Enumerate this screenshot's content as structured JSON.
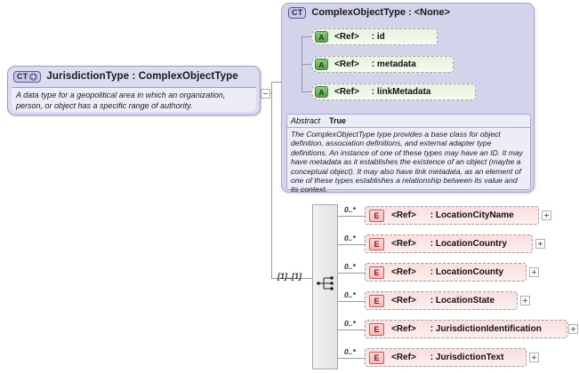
{
  "diagram": {
    "kind": "xsd-schema-diagram",
    "colors": {
      "type_box_fill": "#dcdcf0",
      "type_box_border": "#9d9dc4",
      "container_fill": "#d3d3ec",
      "attribute_fill": "#e4f3dd",
      "attribute_badge": "#5f9e52",
      "element_fill": "#fbdede",
      "element_badge": "#f6baba",
      "connector_line": "#9a9a9a"
    }
  },
  "type_box": {
    "badge": "CT",
    "badge_icon": "plus-circle-icon",
    "title": "JurisdictionType : ComplexObjectType",
    "description": "A data type for a geopolitical area in which an organization, person, or object has a specific range of authority.",
    "expander": "minus"
  },
  "base_type": {
    "badge": "CT",
    "title": "ComplexObjectType : <None>",
    "attributes": [
      {
        "badge": "A",
        "ref": "<Ref>",
        "name": ": id"
      },
      {
        "badge": "A",
        "ref": "<Ref>",
        "name": ": metadata"
      },
      {
        "badge": "A",
        "ref": "<Ref>",
        "name": ": linkMetadata"
      }
    ],
    "abstract_label": "Abstract",
    "abstract_value": "True",
    "annotation": "The ComplexObjectType type provides a base class for object definition, association definitions, and external adapter type definitions. An instance of one of these types may have an ID. It may have metadata as it establishes the existence of an object (maybe a conceptual object). It may also have link metadata, as an element of one of these types establishes a relationship between its value and its context."
  },
  "sequence": {
    "icon": "sequence-icon",
    "cardinality": "[1]..[1]"
  },
  "elements": [
    {
      "occurs": "0..*",
      "badge": "E",
      "ref": "<Ref>",
      "name": ": LocationCityName",
      "expander": "plus"
    },
    {
      "occurs": "0..*",
      "badge": "E",
      "ref": "<Ref>",
      "name": ": LocationCountry",
      "expander": "plus"
    },
    {
      "occurs": "0..*",
      "badge": "E",
      "ref": "<Ref>",
      "name": ": LocationCounty",
      "expander": "plus"
    },
    {
      "occurs": "0..*",
      "badge": "E",
      "ref": "<Ref>",
      "name": ": LocationState",
      "expander": "plus"
    },
    {
      "occurs": "0..*",
      "badge": "E",
      "ref": "<Ref>",
      "name": ": JurisdictionIdentification",
      "expander": "plus"
    },
    {
      "occurs": "0..*",
      "badge": "E",
      "ref": "<Ref>",
      "name": ": JurisdictionText",
      "expander": "plus"
    }
  ]
}
